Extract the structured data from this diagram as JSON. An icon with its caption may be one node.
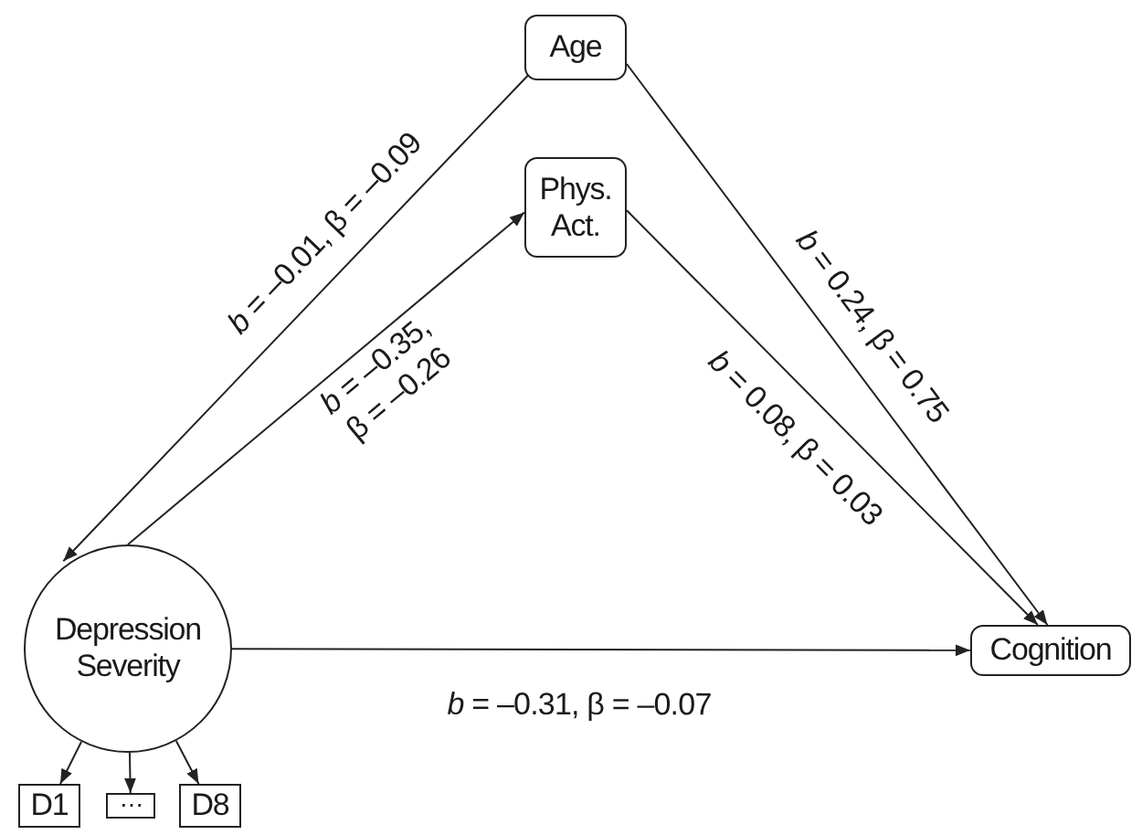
{
  "diagram": {
    "nodes": [
      {
        "text": [
          "Age"
        ]
      },
      {
        "text": [
          "Phys. Act."
        ]
      },
      {
        "text": [
          "Depression Severity"
        ]
      },
      {
        "text": [
          "Cognition"
        ]
      },
      {
        "text": [
          "D1"
        ]
      },
      {
        "text": [
          "⋯"
        ]
      },
      {
        "text": [
          "D8"
        ]
      }
    ],
    "edges": [
      {
        "from": 0,
        "to": 2,
        "arrow": "to",
        "label": "*b* = –0.01, β = –0.09"
      },
      {
        "from": 2,
        "to": 1,
        "arrow": "to",
        "label": "*b* = –0.35, β = –0.26"
      },
      {
        "from": 0,
        "to": 3,
        "arrow": "to",
        "label": "*b* = 0.24, β = 0.75"
      },
      {
        "from": 1,
        "to": 3,
        "arrow": "to",
        "label": "*b* = 0.08, β = 0.03"
      },
      {
        "from": 2,
        "to": 3,
        "arrow": "to",
        "label": "*b* = –0.31, β = –0.07"
      },
      {
        "from": 2,
        "to": 4,
        "arrow": "to"
      },
      {
        "from": 2,
        "to": 5,
        "arrow": "to"
      },
      {
        "from": 2,
        "to": 6,
        "arrow": "to"
      }
    ]
  }
}
